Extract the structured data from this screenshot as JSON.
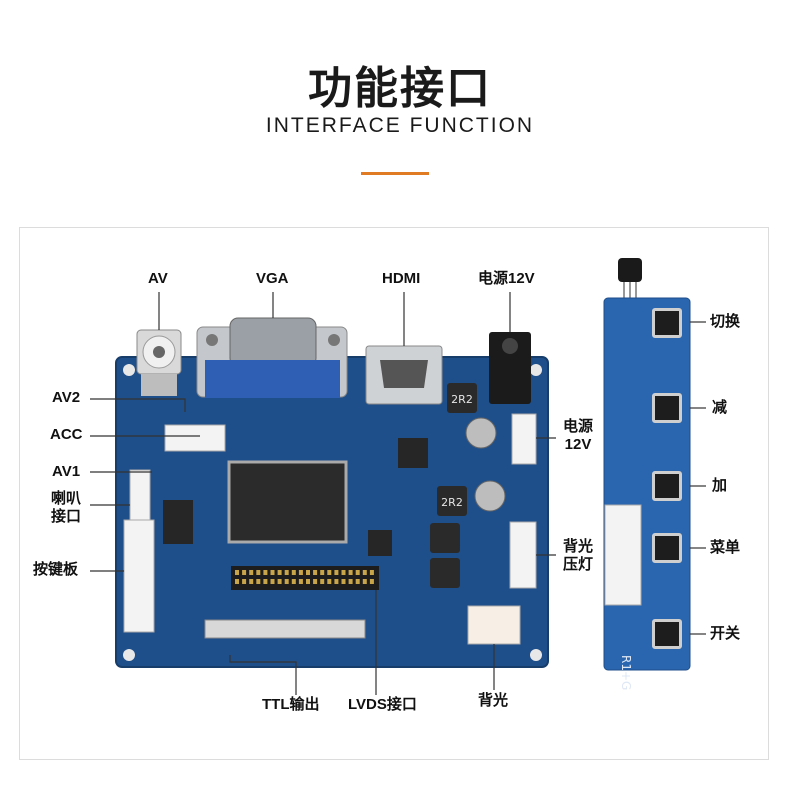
{
  "header": {
    "title": "功能接口",
    "subtitle": "INTERFACE FUNCTION",
    "accent_color": "#e07b24"
  },
  "main_board": {
    "labels": {
      "av": "AV",
      "vga": "VGA",
      "hdmi": "HDMI",
      "power_top": "电源12V",
      "av2": "AV2",
      "acc": "ACC",
      "av1": "AV1",
      "speaker_line1": "喇叭",
      "speaker_line2": "接口",
      "keypad": "按键板",
      "power_right_line1": "电源",
      "power_right_line2": "12V",
      "backlight_press_line1": "背光",
      "backlight_press_line2": "压灯",
      "ttl": "TTL输出",
      "lvds": "LVDS接口",
      "backlight": "背光"
    },
    "chips": {
      "inductor": "2R2"
    },
    "board_color": "#1f4f8a"
  },
  "key_board": {
    "labels": {
      "switch": "切换",
      "minus": "减",
      "plus": "加",
      "menu": "菜单",
      "power": "开关"
    },
    "silkscreen": "R1+G"
  }
}
